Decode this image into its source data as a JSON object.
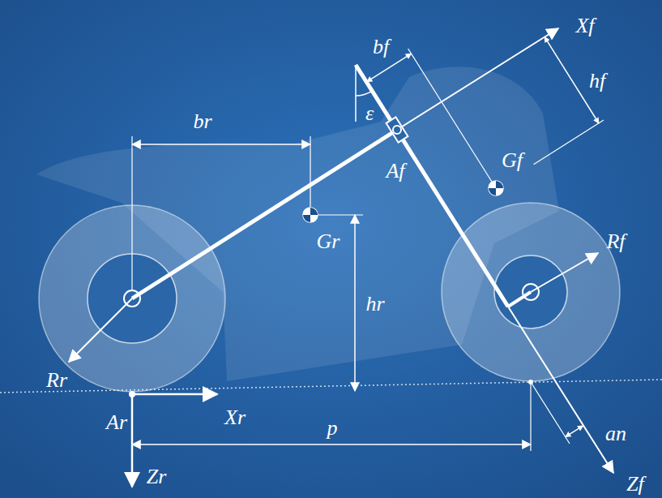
{
  "diagram": {
    "labels": [
      "bf",
      "Xf",
      "ε",
      "hf",
      "br",
      "Af",
      "Gf",
      "Gr",
      "hr",
      "Rr",
      "Rf",
      "Ar",
      "Xr",
      "p",
      "an",
      "Zr",
      "Zf"
    ]
  }
}
